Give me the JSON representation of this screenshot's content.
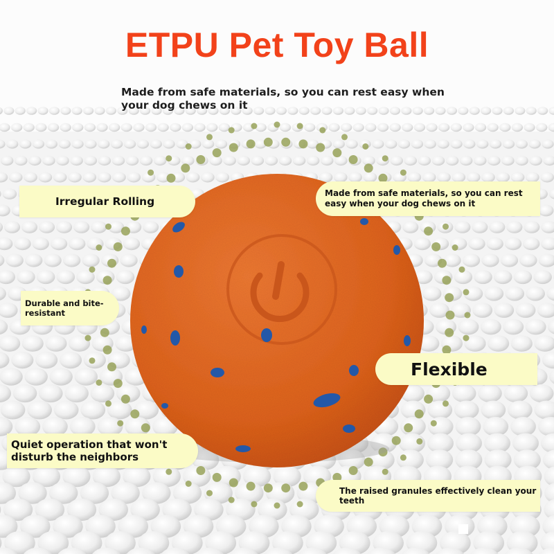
{
  "title": "ETPU Pet Toy Ball",
  "subtitle": "Made from safe materials, so you can rest easy when your dog chews on it",
  "labels": {
    "rolling": "Irregular Rolling",
    "safe": "Made from safe materials, so you can rest easy when your dog chews on it",
    "durable": "Durable and bite-resistant",
    "flexible": "Flexible",
    "quiet": "Quiet operation that won't disturb the neighbors",
    "granules": "The raised granules effectively clean your teeth"
  },
  "colors": {
    "title": "#f2421a",
    "label_bg": "#fbfbc6",
    "ball": "#e36522",
    "ball_spot": "#2358a8",
    "dot": "#98a259",
    "background": "#f4f4f4"
  },
  "icons": {
    "ball_logo": "power-icon"
  }
}
